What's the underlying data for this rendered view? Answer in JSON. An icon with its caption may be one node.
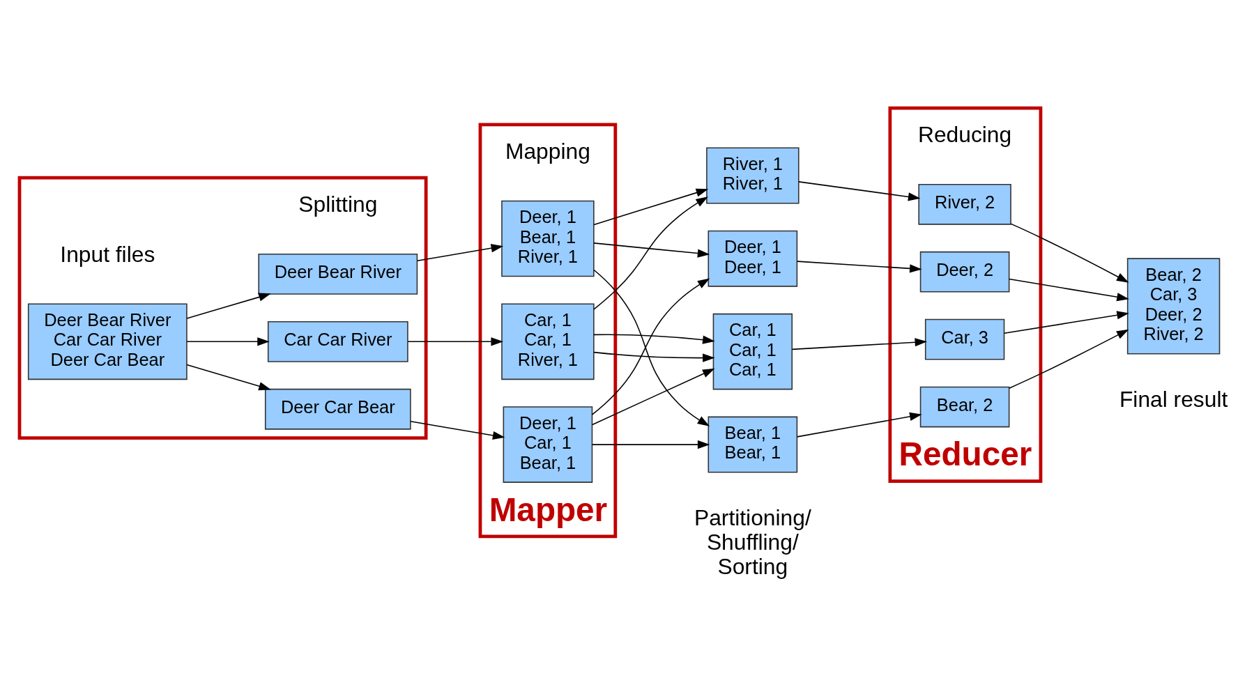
{
  "diagram": {
    "nodes": [
      {
        "text": [],
        "shape": "box"
      },
      {
        "text": [
          "Mapper"
        ]
      },
      {
        "text": [
          "Reducer"
        ]
      },
      {
        "text": [
          "Deer Bear River Car Car River Deer Car Bear"
        ],
        "in": 0
      },
      {
        "text": [
          "Deer Bear River"
        ],
        "in": 0
      },
      {
        "text": [
          "Car Car River"
        ],
        "in": 0
      },
      {
        "text": [
          "Deer Car Bear"
        ],
        "in": 0
      },
      {
        "text": [
          "Deer, 1 Bear, 1 River, 1"
        ],
        "in": 1
      },
      {
        "text": [
          "Car, 1 Car, 1 River, 1"
        ],
        "in": 1
      },
      {
        "text": [
          "Deer, 1 Car, 1 Bear, 1"
        ],
        "in": 1
      },
      {
        "text": [
          "Bear, 1 Bear, 1"
        ]
      },
      {
        "text": [
          "Car, 1 Car, 1 Car, 1"
        ]
      },
      {
        "text": [
          "Deer, 1 Deer, 1"
        ]
      },
      {
        "text": [
          "River, 1 River, 1"
        ]
      },
      {
        "text": [
          "Bear, 2"
        ],
        "in": 2
      },
      {
        "text": [
          "Car, 3"
        ],
        "in": 2
      },
      {
        "text": [
          "Deer, 2"
        ],
        "in": 2
      },
      {
        "text": [
          "River, 2"
        ],
        "in": 2
      },
      {
        "text": [
          "Bear, 2 Car, 3 Deer, 2 River, 2"
        ]
      }
    ],
    "edges": [
      {
        "from": 3,
        "to": 4,
        "arrow": "to"
      },
      {
        "from": 3,
        "to": 5,
        "arrow": "to"
      },
      {
        "from": 3,
        "to": 6,
        "arrow": "to"
      },
      {
        "from": 4,
        "to": 7,
        "arrow": "to"
      },
      {
        "from": 5,
        "to": 8,
        "arrow": "to"
      },
      {
        "from": 6,
        "to": 9,
        "arrow": "to"
      },
      {
        "from": 7,
        "to": 10,
        "arrow": "to"
      },
      {
        "from": 7,
        "to": 12,
        "arrow": "to"
      },
      {
        "from": 7,
        "to": 13,
        "arrow": "to"
      },
      {
        "from": 8,
        "to": 11,
        "arrow": "to"
      },
      {
        "from": 8,
        "to": 11,
        "arrow": "to"
      },
      {
        "from": 8,
        "to": 13,
        "arrow": "to"
      },
      {
        "from": 9,
        "to": 10,
        "arrow": "to"
      },
      {
        "from": 9,
        "to": 11,
        "arrow": "to"
      },
      {
        "from": 9,
        "to": 12,
        "arrow": "to"
      },
      {
        "from": 10,
        "to": 14,
        "arrow": "to"
      },
      {
        "from": 11,
        "to": 15,
        "arrow": "to"
      },
      {
        "from": 12,
        "to": 16,
        "arrow": "to"
      },
      {
        "from": 13,
        "to": 17,
        "arrow": "to"
      },
      {
        "from": 14,
        "to": 18,
        "arrow": "to"
      },
      {
        "from": 15,
        "to": 18,
        "arrow": "to"
      },
      {
        "from": 16,
        "to": 18,
        "arrow": "to"
      },
      {
        "from": 17,
        "to": 18,
        "arrow": "to"
      }
    ],
    "labels": [
      "Input files",
      "Splitting",
      "Mapping",
      "Partitioning/ Shuffling/ Sorting",
      "Reducing",
      "Final result"
    ]
  }
}
